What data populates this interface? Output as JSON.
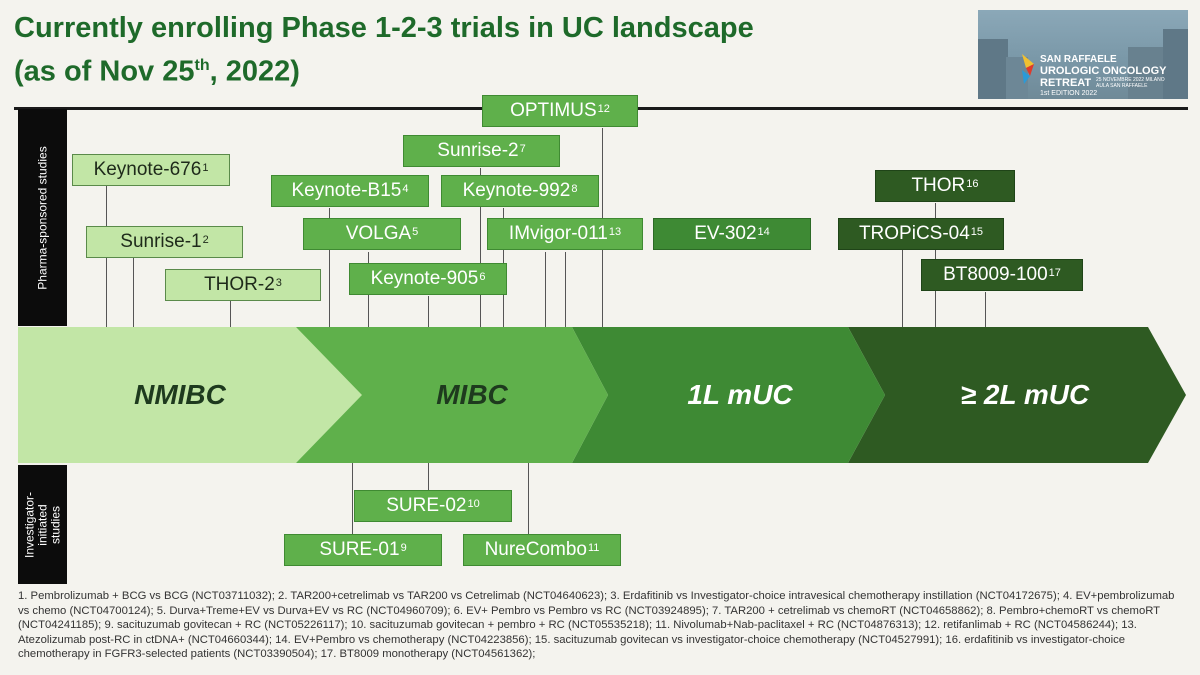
{
  "title": {
    "line1": "Currently enrolling Phase 1-2-3 trials in UC landscape",
    "line2_pre": "(as of Nov 25",
    "line2_sup": "th",
    "line2_post": ", 2022)"
  },
  "logo": {
    "line1": "SAN RAFFAELE",
    "line2": "UROLOGIC ONCOLOGY",
    "line3": "RETREAT",
    "line4": "25 NOVEMBRE 2022 MILANO",
    "line5": "AULA SAN RAFFAELE",
    "line6": "1st EDITION 2022"
  },
  "side_labels": {
    "pharma": "Pharma-sponsored studies",
    "investigator": [
      "Investigator-",
      "initiated",
      "studies"
    ]
  },
  "stages": [
    "NMIBC",
    "MIBC",
    "1L mUC",
    "≥ 2L mUC"
  ],
  "trials_pharma": [
    {
      "name": "OPTIMUS",
      "ref": "12"
    },
    {
      "name": "Sunrise-2",
      "ref": "7"
    },
    {
      "name": "Keynote-676",
      "ref": "1"
    },
    {
      "name": "Keynote-B15",
      "ref": "4"
    },
    {
      "name": "Keynote-992",
      "ref": "8"
    },
    {
      "name": "THOR",
      "ref": "16"
    },
    {
      "name": "Sunrise-1",
      "ref": "2"
    },
    {
      "name": "VOLGA",
      "ref": "5"
    },
    {
      "name": "IMvigor-011",
      "ref": "13"
    },
    {
      "name": "EV-302",
      "ref": "14"
    },
    {
      "name": "TROPiCS-04",
      "ref": "15"
    },
    {
      "name": "THOR-2",
      "ref": "3"
    },
    {
      "name": "Keynote-905",
      "ref": "6"
    },
    {
      "name": "BT8009-100",
      "ref": "17"
    }
  ],
  "trials_investigator": [
    {
      "name": "SURE-02",
      "ref": "10"
    },
    {
      "name": "SURE-01",
      "ref": "9"
    },
    {
      "name": "NureCombo",
      "ref": "11"
    }
  ],
  "footnotes": "1. Pembrolizumab + BCG vs BCG (NCT03711032); 2. TAR200+cetrelimab vs TAR200 vs Cetrelimab (NCT04640623); 3. Erdafitinib vs Investigator-choice intravesical chemotherapy instillation (NCT04172675); 4. EV+pembrolizumab vs chemo (NCT04700124); 5. Durva+Treme+EV vs Durva+EV vs RC (NCT04960709); 6. EV+ Pembro vs Pembro vs RC (NCT03924895); 7. TAR200 + cetrelimab vs chemoRT (NCT04658862); 8. Pembro+chemoRT vs chemoRT (NCT04241185); 9. sacituzumab govitecan + RC (NCT05226117); 10. sacituzumab govitecan + pembro + RC (NCT05535218); 11. Nivolumab+Nab-paclitaxel + RC (NCT04876313); 12. retifanlimab + RC (NCT04586244);  13. Atezolizumab post-RC in ctDNA+ (NCT04660344); 14. EV+Pembro vs chemotherapy (NCT04223856); 15. sacituzumab govitecan vs investigator-choice chemotherapy (NCT04527991); 16. erdafitinib vs investigator-choice chemotherapy in FGFR3-selected patients (NCT03390504); 17. BT8009 monotherapy (NCT04561362);",
  "colors": {
    "title": "#1e6a2a",
    "nmibc": "#c2e6a6",
    "mibc": "#5fb04b",
    "first_line": "#3e8a34",
    "second_line": "#2e5a22"
  }
}
